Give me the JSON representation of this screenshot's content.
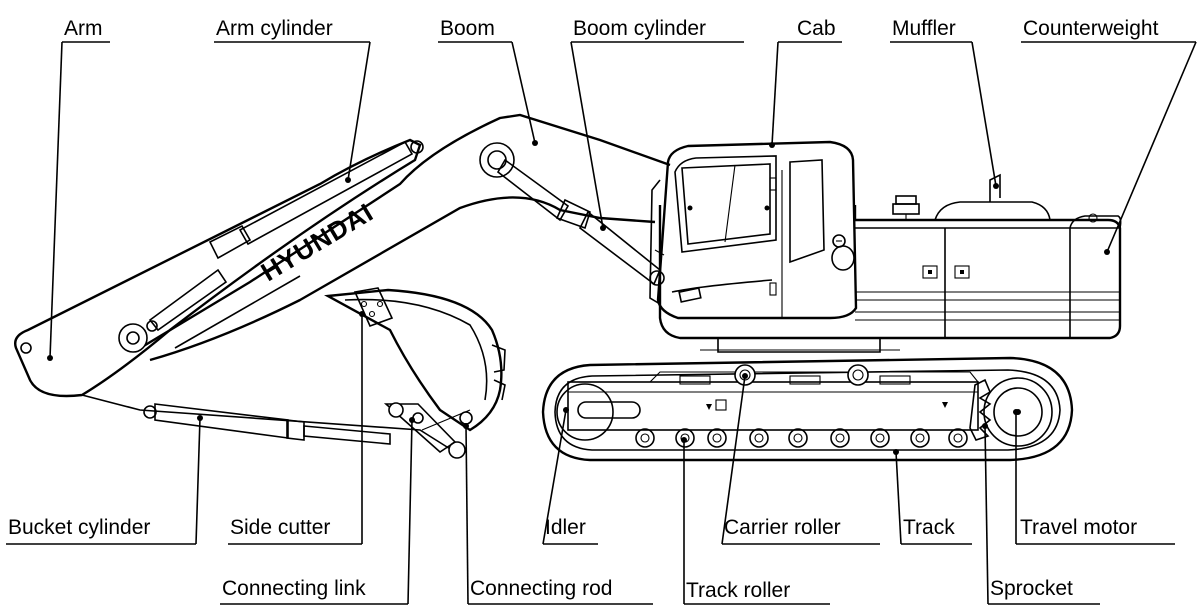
{
  "brand": "HYUNDAI",
  "labels": {
    "arm": "Arm",
    "arm_cylinder": "Arm cylinder",
    "boom": "Boom",
    "boom_cylinder": "Boom cylinder",
    "cab": "Cab",
    "muffler": "Muffler",
    "counterweight": "Counterweight",
    "bucket_cylinder": "Bucket cylinder",
    "side_cutter": "Side cutter",
    "connecting_link": "Connecting link",
    "connecting_rod": "Connecting rod",
    "idler": "Idler",
    "track_roller": "Track roller",
    "carrier_roller": "Carrier roller",
    "track": "Track",
    "sprocket": "Sprocket",
    "travel_motor": "Travel motor"
  }
}
